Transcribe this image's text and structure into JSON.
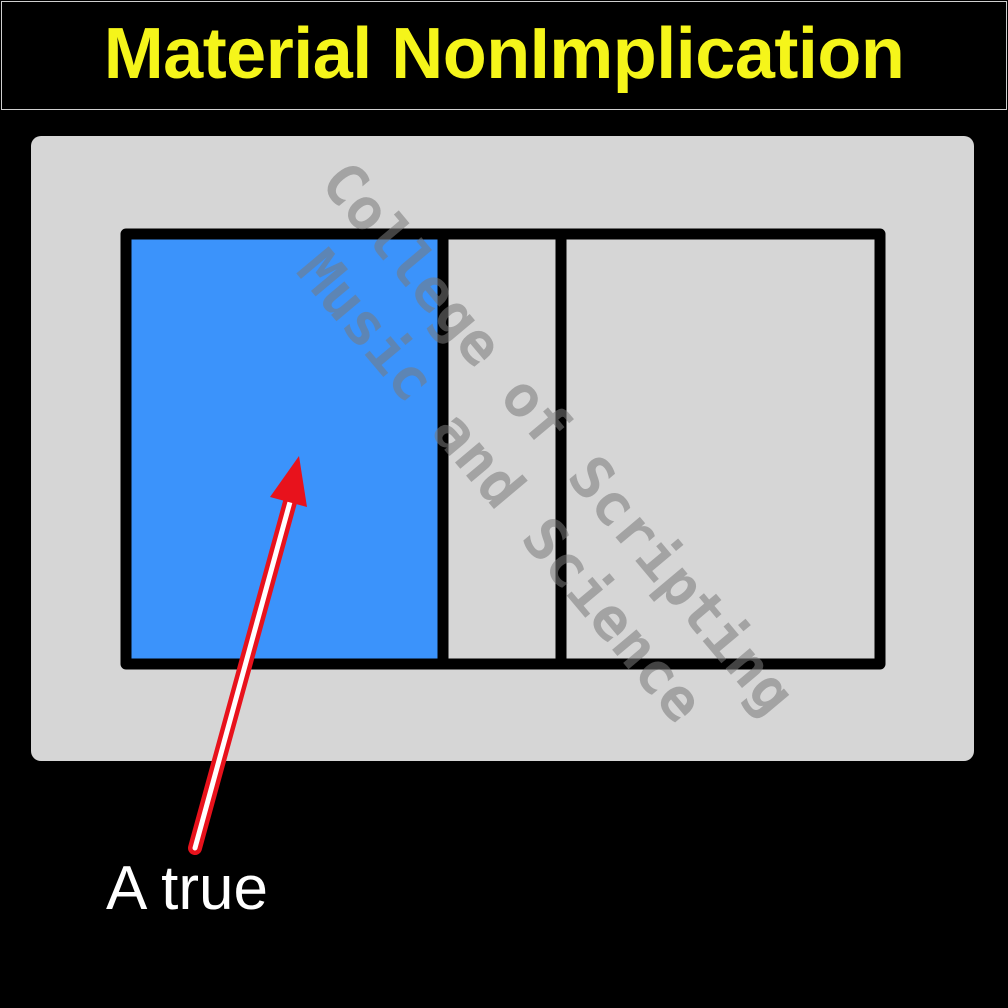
{
  "title": "Material NonImplication",
  "caption": "A true",
  "watermark": {
    "line1": "College of Scripting",
    "line2": "Music and Science"
  },
  "colors": {
    "background": "#000000",
    "title": "#f5f51a",
    "panel": "#d6d6d6",
    "region_a_highlight": "#3b93fb",
    "region_outline": "#000000",
    "arrow": "#e8121c",
    "caption": "#ffffff"
  }
}
